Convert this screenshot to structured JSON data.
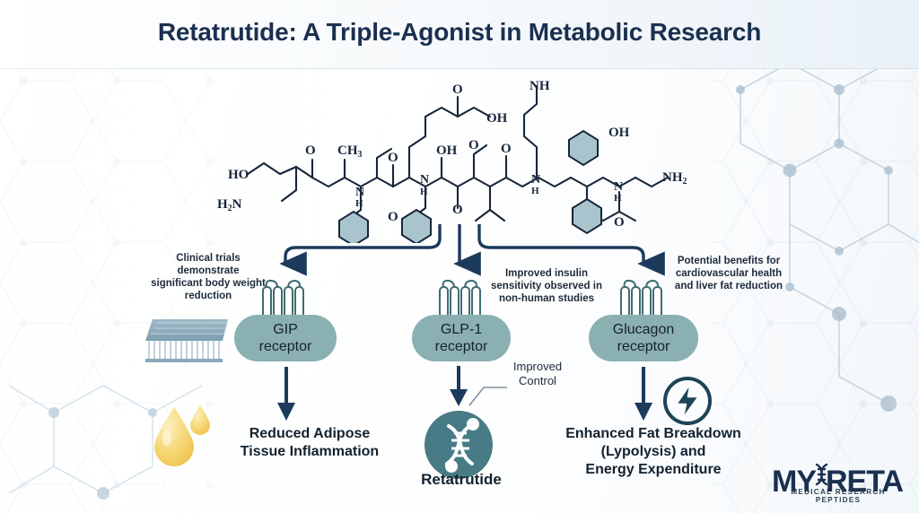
{
  "header": {
    "title": "Retatrutide: A Triple-Agonist in Metabolic Research"
  },
  "molecule": {
    "name": "retatrutide-skeletal-structure",
    "labels": [
      "HO",
      "H2N",
      "CH3",
      "O",
      "N",
      "H",
      "OH",
      "NH",
      "NH2"
    ]
  },
  "branches": [
    {
      "id": "gip",
      "annotation": "Clinical trials demonstrate significant body weight reduction",
      "receptor_line1": "GIP",
      "receptor_line2": "receptor",
      "outcome_line1": "Reduced Adipose",
      "outcome_line2": "Tissue Inflammation",
      "icon": "oil-droplet-icon",
      "side_icon": "lipid-membrane-icon"
    },
    {
      "id": "glp1",
      "annotation": "Improved insulin sensitivity observed in non-human studies",
      "receptor_line1": "GLP-1",
      "receptor_line2": "receptor",
      "outcome_line1": "Retatrutide",
      "outcome_line2": "",
      "icon": "dna-helix-icon",
      "callout_line1": "Improved",
      "callout_line2": "Control"
    },
    {
      "id": "glucagon",
      "annotation": "Potential benefits for cardiovascular health and liver fat reduction",
      "receptor_line1": "Glucagon",
      "receptor_line2": "receptor",
      "outcome_line1": "Enhanced Fat Breakdown",
      "outcome_line2": "(Lypolysis) and",
      "outcome_line3": "Energy Expenditure",
      "icon": "lightning-bolt-icon"
    }
  ],
  "logo": {
    "text_my": "MY",
    "text_reta": "RETA",
    "tagline": "MEDICAL RESEARCH PEPTIDES",
    "mark": "dna-helix-icon"
  },
  "colors": {
    "title": "#1b3050",
    "receptor_pill": "#8bb0b2",
    "arrow": "#1c3a5c",
    "dna_circle": "#477b85",
    "droplet": "#f2c75c",
    "background_start": "#ffffff",
    "background_end": "#e3edf5"
  }
}
